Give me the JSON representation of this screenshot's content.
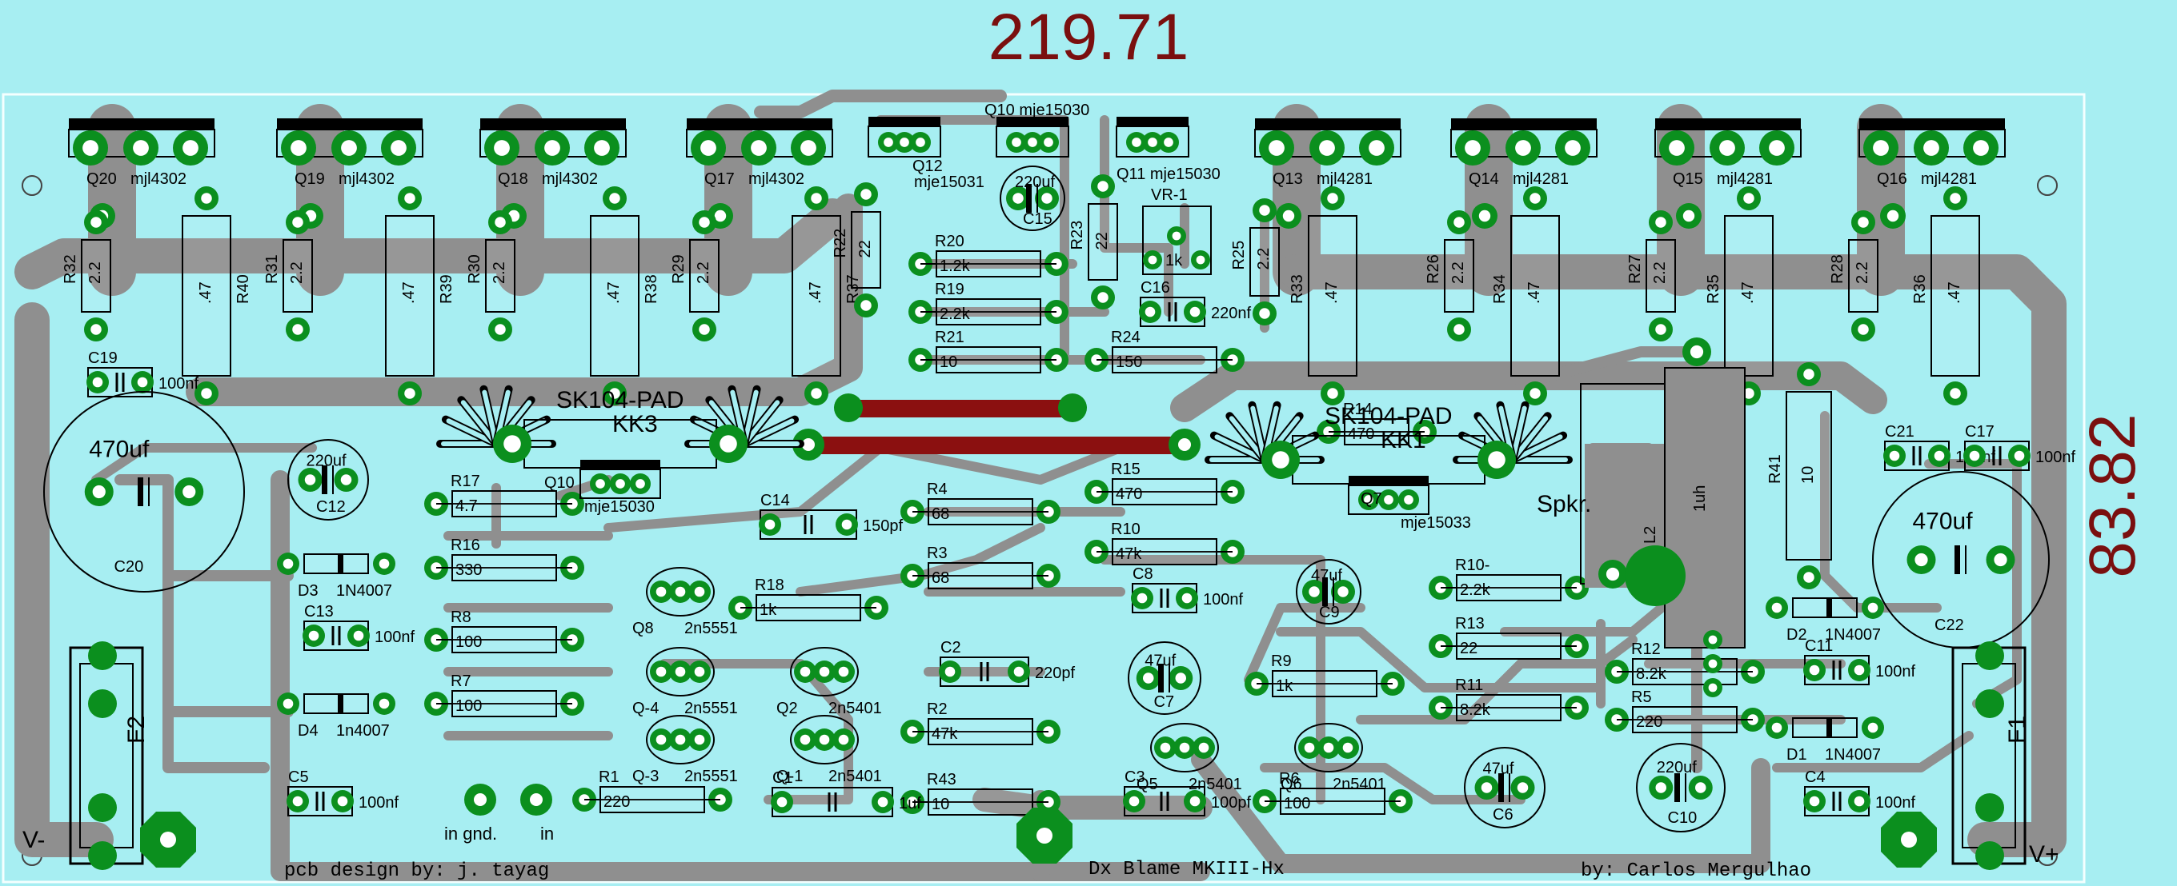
{
  "dimensions": {
    "width_label": "219.71",
    "height_label": "83.82"
  },
  "credits": {
    "designer": "pcb design by: j. tayag",
    "title": "Dx Blame MKIII-Hx",
    "author": "by: Carlos Mergulhao"
  },
  "terminals": {
    "in_gnd": "in gnd.",
    "in": "in",
    "v_minus": "V-",
    "v_plus": "V+"
  },
  "output_transistors": [
    {
      "ref": "Q20",
      "part": "mjl4302"
    },
    {
      "ref": "Q19",
      "part": "mjl4302"
    },
    {
      "ref": "Q18",
      "part": "mjl4302"
    },
    {
      "ref": "Q17",
      "part": "mjl4302"
    },
    {
      "ref": "Q13",
      "part": "mjl4281"
    },
    {
      "ref": "Q14",
      "part": "mjl4281"
    },
    {
      "ref": "Q15",
      "part": "mjl4281"
    },
    {
      "ref": "Q16",
      "part": "mjl4281"
    }
  ],
  "drivers": [
    {
      "ref": "Q12",
      "part": "mje15031"
    },
    {
      "ref": "Q10",
      "part": "mje15030"
    },
    {
      "ref": "Q11",
      "part": "mje15030"
    }
  ],
  "heatsinks": [
    {
      "name": "SK104-PAD",
      "ref": "KK3",
      "q_ref": "Q10",
      "q_part": "mje15030"
    },
    {
      "name": "SK104-PAD",
      "ref": "KK1",
      "q_ref": "Q7",
      "q_part": "mje15033"
    }
  ],
  "emitter_resistors": [
    {
      "ref": "R40",
      "value": ".47"
    },
    {
      "ref": "R39",
      "value": ".47"
    },
    {
      "ref": "R38",
      "value": ".47"
    },
    {
      "ref": "R37",
      "value": ".47"
    },
    {
      "ref": "R33",
      "value": ".47"
    },
    {
      "ref": "R34",
      "value": ".47"
    },
    {
      "ref": "R35",
      "value": ".47"
    },
    {
      "ref": "R36",
      "value": ".47"
    }
  ],
  "base_resistors": [
    {
      "ref": "R32",
      "value": "2.2"
    },
    {
      "ref": "R31",
      "value": "2.2"
    },
    {
      "ref": "R30",
      "value": "2.2"
    },
    {
      "ref": "R29",
      "value": "2.2"
    },
    {
      "ref": "R26",
      "value": "2.2"
    },
    {
      "ref": "R27",
      "value": "2.2"
    },
    {
      "ref": "R28",
      "value": "2.2"
    },
    {
      "ref": "R25",
      "value": "2.2"
    },
    {
      "ref": "R22",
      "value": "22"
    },
    {
      "ref": "R23",
      "value": "22"
    }
  ],
  "resistors": [
    {
      "ref": "R20",
      "value": "1.2k"
    },
    {
      "ref": "R19",
      "value": "2.2k"
    },
    {
      "ref": "R21",
      "value": "10"
    },
    {
      "ref": "R24",
      "value": "150"
    },
    {
      "ref": "R14",
      "value": "470"
    },
    {
      "ref": "R15",
      "value": "470"
    },
    {
      "ref": "R10",
      "value": "47k"
    },
    {
      "ref": "R17",
      "value": "4.7"
    },
    {
      "ref": "R16",
      "value": "330"
    },
    {
      "ref": "R8",
      "value": "100"
    },
    {
      "ref": "R7",
      "value": "100"
    },
    {
      "ref": "R18",
      "value": "1k"
    },
    {
      "ref": "R4",
      "value": "68"
    },
    {
      "ref": "R3",
      "value": "68"
    },
    {
      "ref": "R2",
      "value": "47k"
    },
    {
      "ref": "R1",
      "value": "220"
    },
    {
      "ref": "R43",
      "value": "10"
    },
    {
      "ref": "R9",
      "value": "1k"
    },
    {
      "ref": "R6",
      "value": "100"
    },
    {
      "ref": "R10-",
      "value": "2.2k"
    },
    {
      "ref": "R13",
      "value": "22"
    },
    {
      "ref": "R11",
      "value": "8.2k"
    },
    {
      "ref": "R12",
      "value": "8.2k"
    },
    {
      "ref": "R5",
      "value": "220"
    },
    {
      "ref": "R41",
      "value": "10"
    }
  ],
  "capacitors": [
    {
      "ref": "C19",
      "value": "100nf"
    },
    {
      "ref": "C20",
      "value": "470uf"
    },
    {
      "ref": "C12",
      "value": "220uf"
    },
    {
      "ref": "C13",
      "value": "100nf"
    },
    {
      "ref": "C5",
      "value": "100nf"
    },
    {
      "ref": "C14",
      "value": "150pf"
    },
    {
      "ref": "C15",
      "value": "220uf"
    },
    {
      "ref": "C16",
      "value": "220nf"
    },
    {
      "ref": "C8",
      "value": "100nf"
    },
    {
      "ref": "C9",
      "value": "47uf"
    },
    {
      "ref": "C7",
      "value": "47uf"
    },
    {
      "ref": "C2",
      "value": "220pf"
    },
    {
      "ref": "C1",
      "value": "1uf"
    },
    {
      "ref": "C3",
      "value": "100pf"
    },
    {
      "ref": "C6",
      "value": "47uf"
    },
    {
      "ref": "C10",
      "value": "220uf"
    },
    {
      "ref": "C11",
      "value": "100nf"
    },
    {
      "ref": "C4",
      "value": "100nf"
    },
    {
      "ref": "C21",
      "value": "100nf"
    },
    {
      "ref": "C17",
      "value": "100nf"
    },
    {
      "ref": "C22",
      "value": "470uf"
    }
  ],
  "diodes": [
    {
      "ref": "D3",
      "part": "1N4007"
    },
    {
      "ref": "D4",
      "part": "1n4007"
    },
    {
      "ref": "D2",
      "part": "1N4007"
    },
    {
      "ref": "D1",
      "part": "1N4007"
    }
  ],
  "small_transistors": [
    {
      "ref": "Q8",
      "part": "2n5551"
    },
    {
      "ref": "Q-4",
      "part": "2n5551"
    },
    {
      "ref": "Q-3",
      "part": "2n5551"
    },
    {
      "ref": "Q2",
      "part": "2n5401"
    },
    {
      "ref": "Q-1",
      "part": "2n5401"
    },
    {
      "ref": "Q5",
      "part": "2n5401"
    },
    {
      "ref": "Q6",
      "part": "2n5401"
    }
  ],
  "misc": {
    "vr1": "VR-1",
    "vr1_value": "1k",
    "inductor": "L2",
    "inductor_value": "1uh",
    "speaker": "Spkr.",
    "fuse_left": "F2",
    "fuse_right": "F1"
  },
  "colors": {
    "board": "#a7eef2",
    "trace": "#8f8f8f",
    "pad": "#0b8f1e",
    "jumper": "#8b1010",
    "dimension": "#7a0f0f"
  }
}
